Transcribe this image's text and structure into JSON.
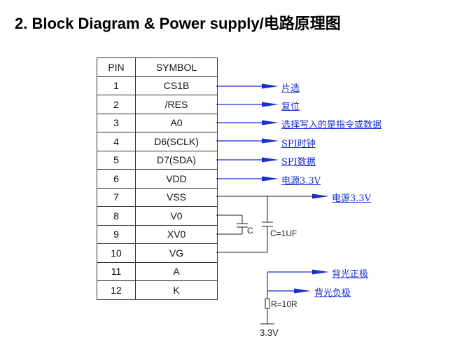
{
  "title": "2. Block Diagram & Power supply/电路原理图",
  "table": {
    "headers": [
      "PIN",
      "SYMBOL"
    ],
    "rows": [
      {
        "pin": "1",
        "symbol": "CS1B"
      },
      {
        "pin": "2",
        "symbol": "/RES"
      },
      {
        "pin": "3",
        "symbol": "A0"
      },
      {
        "pin": "4",
        "symbol": "D6(SCLK)"
      },
      {
        "pin": "5",
        "symbol": "D7(SDA)"
      },
      {
        "pin": "6",
        "symbol": "VDD"
      },
      {
        "pin": "7",
        "symbol": "VSS"
      },
      {
        "pin": "8",
        "symbol": "V0"
      },
      {
        "pin": "9",
        "symbol": "XV0"
      },
      {
        "pin": "10",
        "symbol": "VG"
      },
      {
        "pin": "11",
        "symbol": "A"
      },
      {
        "pin": "12",
        "symbol": "K"
      }
    ]
  },
  "signal_labels": {
    "cs1b": "片选",
    "res": "复位",
    "a0": "选择写入的是指令或数据",
    "sclk": "SPI时钟",
    "sda": "SPI数据",
    "vdd": "电源3.3V",
    "vss": "电源3.3V",
    "anode": "背光正极",
    "cathode": "背光负极"
  },
  "component_labels": {
    "cap_small": "C",
    "cap_1uf": "C=1UF",
    "resistor": "R=10R",
    "supply": "3.3V"
  }
}
